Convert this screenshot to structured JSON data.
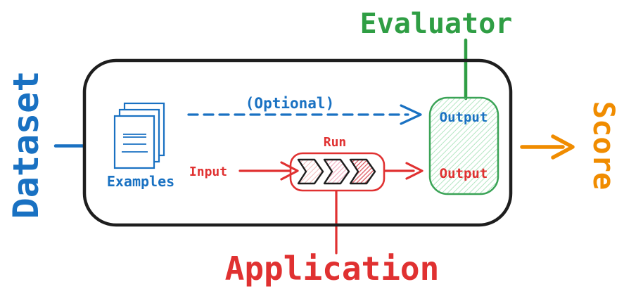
{
  "diagram": {
    "labels": {
      "dataset": "Dataset",
      "evaluator": "Evaluator",
      "score": "Score",
      "application": "Application",
      "examples": "Examples",
      "optional": "(Optional)",
      "input": "Input",
      "run": "Run",
      "evaluator_output_reference": "Output",
      "evaluator_output_run": "Output"
    },
    "colors": {
      "blue": "#1971c2",
      "red": "#e03131",
      "green": "#2f9e44",
      "green_border": "#3aa356",
      "orange": "#f08c00",
      "ink": "#1e1e1e",
      "green_hatch": "#b3e6c2",
      "red_hatch_light": "#efa5a5",
      "red_hatch_mid": "#f3b3c4",
      "red_hatch_dense": "#e05c64"
    }
  }
}
